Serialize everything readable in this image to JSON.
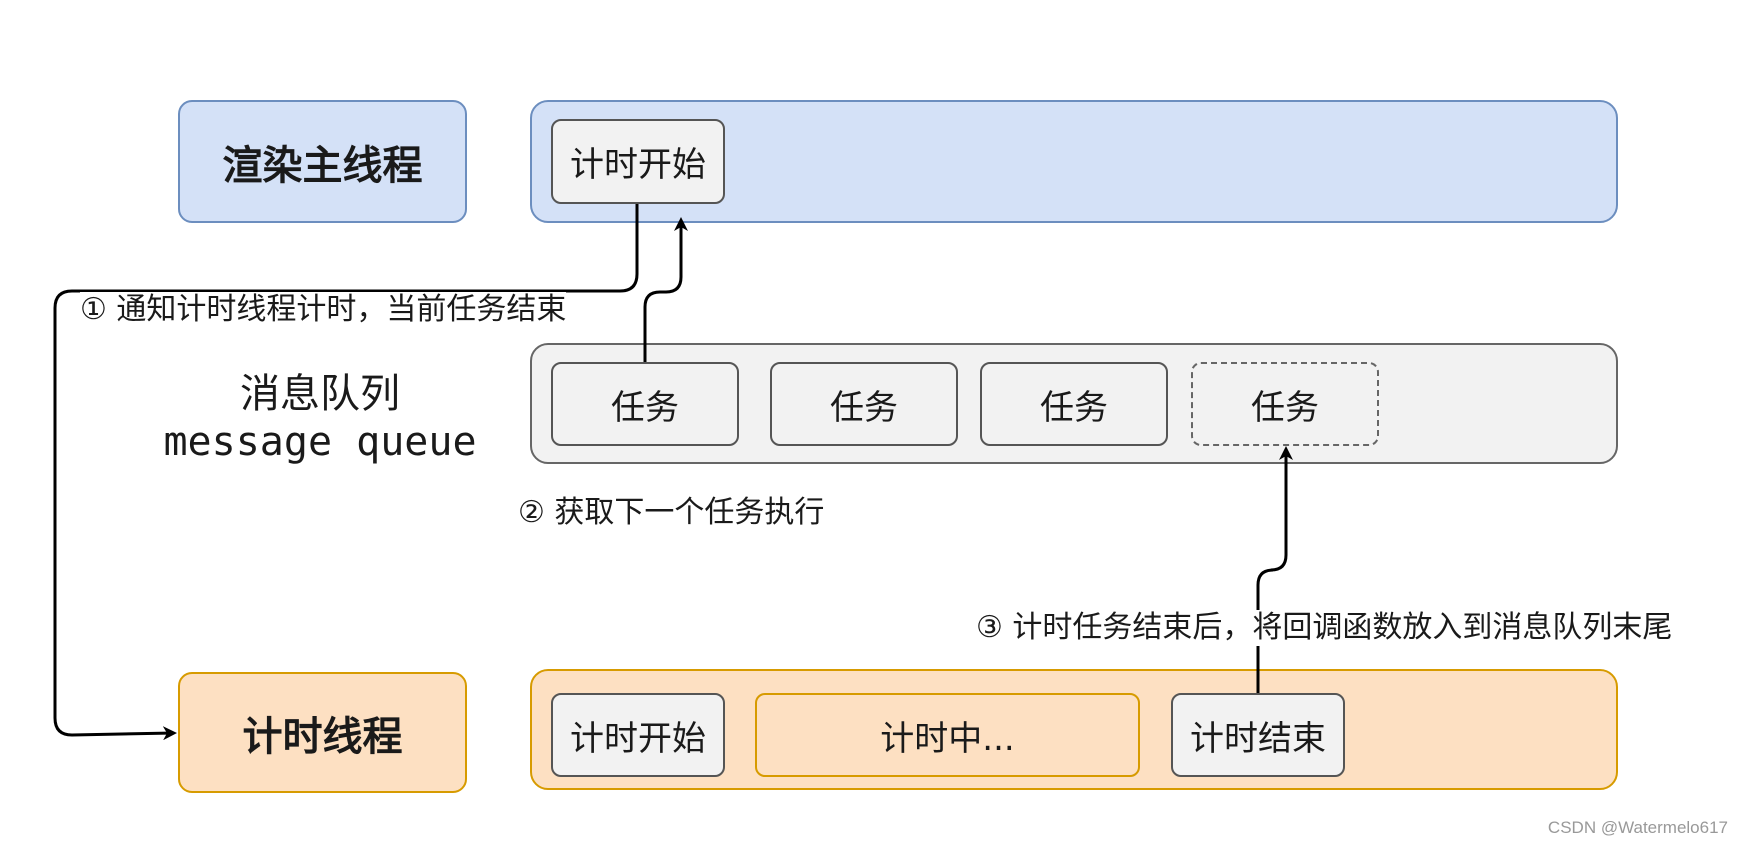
{
  "main_thread": {
    "label": "渲染主线程",
    "task": "计时开始"
  },
  "message_queue": {
    "label_zh": "消息队列",
    "label_en": "message queue",
    "tasks": [
      {
        "label": "任务",
        "style": "solid"
      },
      {
        "label": "任务",
        "style": "solid"
      },
      {
        "label": "任务",
        "style": "solid"
      },
      {
        "label": "任务",
        "style": "dashed"
      }
    ]
  },
  "timer_thread": {
    "label": "计时线程",
    "tasks": [
      {
        "label": "计时开始"
      },
      {
        "label": "计时中..."
      },
      {
        "label": "计时结束"
      }
    ]
  },
  "steps": [
    "① 通知计时线程计时，当前任务结束",
    "② 获取下一个任务执行",
    "③ 计时任务结束后，将回调函数放入到消息队列末尾"
  ],
  "watermark": "CSDN @Watermelo617",
  "colors": {
    "main_fill": "#d4e1f7",
    "main_stroke": "#6c8ebf",
    "timer_fill": "#fde0c2",
    "timer_stroke": "#d79b00",
    "queue_fill": "#f2f2f2",
    "queue_stroke": "#666666"
  }
}
